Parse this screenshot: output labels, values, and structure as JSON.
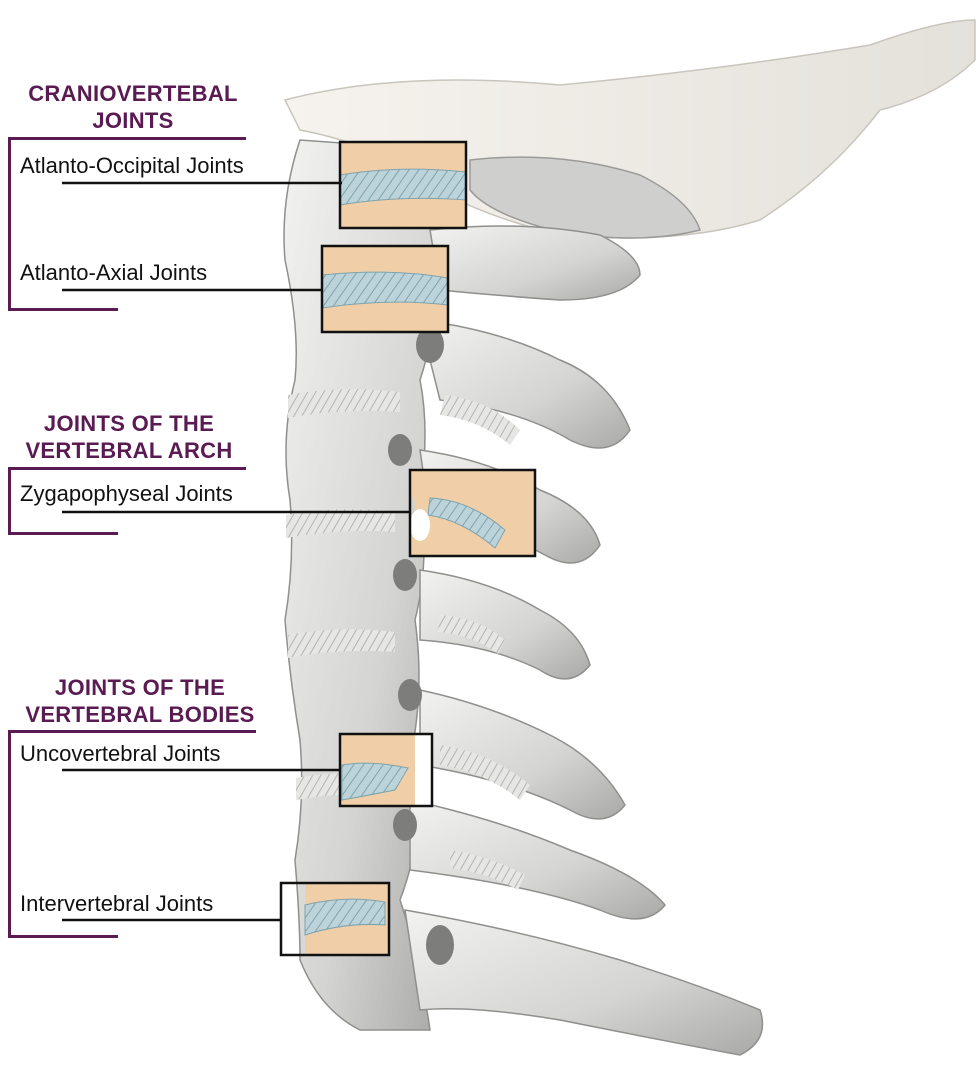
{
  "groups": [
    {
      "heading_line1": "CRANIOVERTEBAL",
      "heading_line2": "JOINTS",
      "items": [
        "Atlanto-Occipital Joints",
        "Atlanto-Axial Joints"
      ]
    },
    {
      "heading_line1": "JOINTS OF THE",
      "heading_line2": "VERTEBRAL ARCH",
      "items": [
        "Zygapophyseal Joints"
      ]
    },
    {
      "heading_line1": "JOINTS OF THE",
      "heading_line2": "VERTEBRAL BODIES",
      "items": [
        "Uncovertebral Joints",
        "Intervertebral Joints"
      ]
    }
  ],
  "colors": {
    "heading": "#5a1a52",
    "bone": "#dcdcdc",
    "bone_shadow": "#a8a8a8",
    "joint_highlight": "#f0cfa8",
    "cartilage": "#a9c4cc"
  }
}
